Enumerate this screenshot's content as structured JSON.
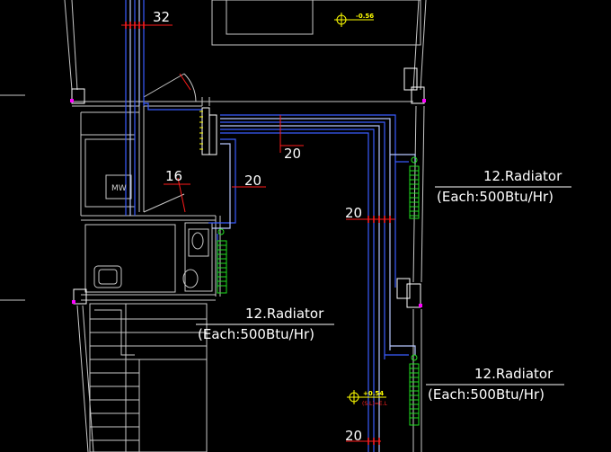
{
  "drawing": {
    "background": "#000000",
    "colors": {
      "wall": "#c8c8c8",
      "pipe": "#3a5cff",
      "pipe_light": "#b8c8ff",
      "radiator": "#20e020",
      "dim": "#ff1a1a",
      "text": "#ffffff",
      "level": "#ffff00",
      "column": "#ff00ff"
    },
    "pipe_labels": {
      "top": "32",
      "manifold_right": "20",
      "bath": "16",
      "manifold_down": "20",
      "vertical_left": "20",
      "bottom": "20"
    },
    "radiators": [
      {
        "title": "12.Radiator",
        "capacity": "(Each:500Btu/Hr)"
      },
      {
        "title": "12.Radiator",
        "capacity": "(Each:500Btu/Hr)"
      },
      {
        "title": "12.Radiator",
        "capacity": "(Each:500Btu/Hr)"
      }
    ],
    "levels": {
      "top": "-0.56",
      "bottom": "+0.54",
      "bottom_note": "(S.L)=E.L"
    },
    "appliance": "MW"
  }
}
